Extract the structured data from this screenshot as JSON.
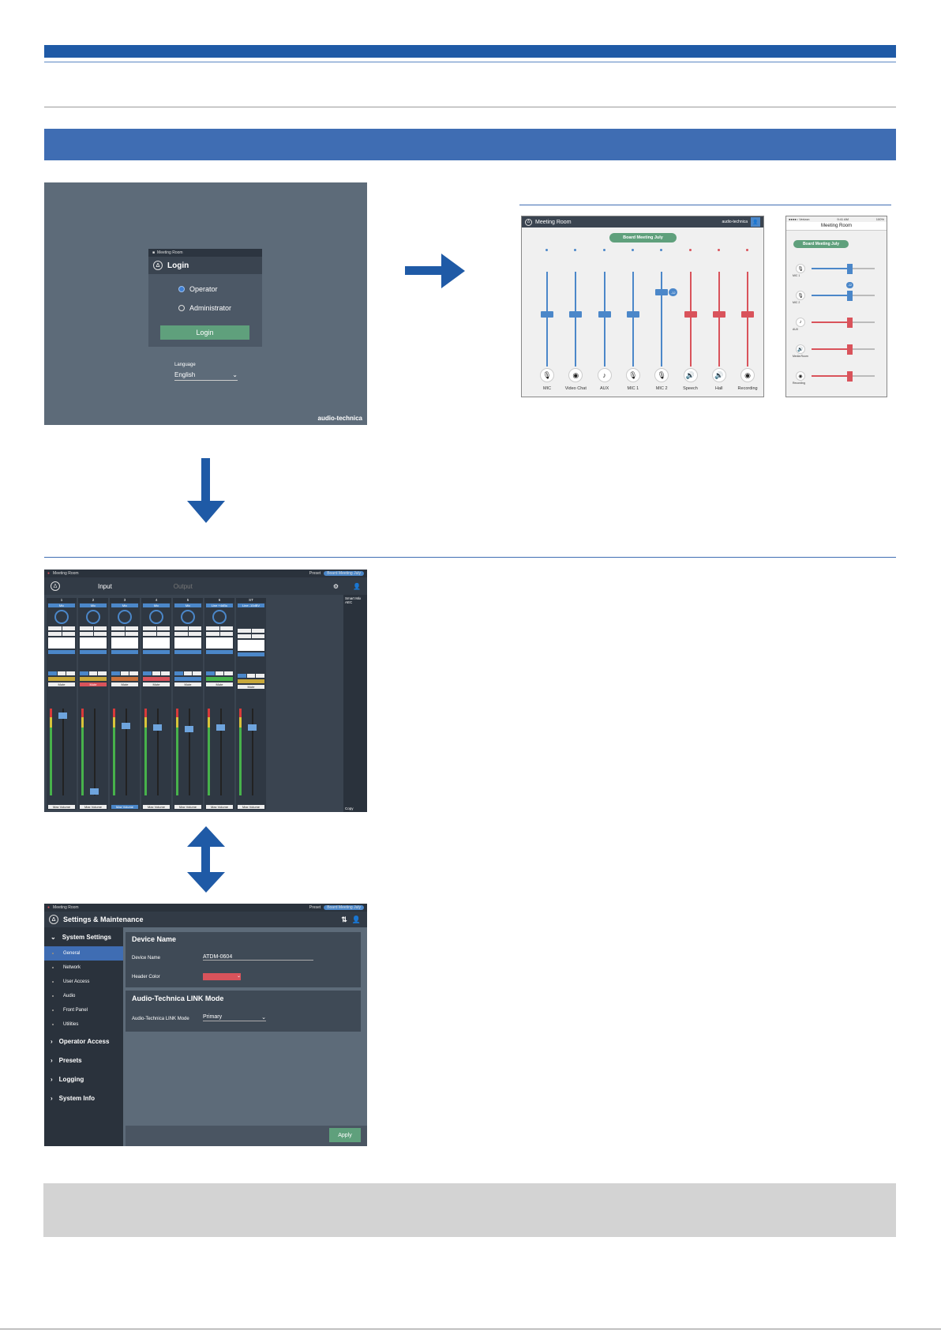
{
  "login": {
    "window_title": "Meeting Room",
    "title": "Login",
    "options": [
      "Operator",
      "Administrator"
    ],
    "button": "Login",
    "language_label": "Language",
    "language_value": "English",
    "brand": "audio-technica"
  },
  "tablet": {
    "title": "Meeting Room",
    "brand": "audio-technica",
    "preset": "Board Meeting July",
    "badge_value": "-12",
    "channels": [
      {
        "label": "MIC",
        "icon": "🎙",
        "color": "#4b87c9",
        "level": 0.55
      },
      {
        "label": "Video Chat",
        "icon": "◉",
        "color": "#4b87c9",
        "level": 0.55
      },
      {
        "label": "AUX",
        "icon": "♪",
        "color": "#4b87c9",
        "level": 0.55
      },
      {
        "label": "MIC 1",
        "icon": "🎙",
        "color": "#4b87c9",
        "level": 0.55
      },
      {
        "label": "MIC 2",
        "icon": "🎙",
        "color": "#4b87c9",
        "level": 0.78
      },
      {
        "label": "Speech",
        "icon": "🔊",
        "color": "#d9535b",
        "level": 0.55
      },
      {
        "label": "Hall",
        "icon": "🔊",
        "color": "#d9535b",
        "level": 0.55
      },
      {
        "label": "Recording",
        "icon": "◉",
        "color": "#d9535b",
        "level": 0.55
      }
    ]
  },
  "phone": {
    "status_left": "●●●●○ Verizon",
    "status_time": "9:41 AM",
    "status_right": "100%",
    "title": "Meeting Room",
    "preset": "Board Meeting July",
    "badge_value": "-12",
    "rows": [
      {
        "label": "MIC 1",
        "icon": "🎙",
        "color": "#4b87c9",
        "level": 0.6
      },
      {
        "label": "MIC 2",
        "icon": "🎙",
        "color": "#4b87c9",
        "level": 0.6
      },
      {
        "label": "AUX",
        "icon": "♪",
        "color": "#d9535b",
        "level": 0.6
      },
      {
        "label": "Media Room",
        "icon": "🔊",
        "color": "#d9535b",
        "level": 0.6
      },
      {
        "label": "Recording",
        "icon": "◉",
        "color": "#d9535b",
        "level": 0.6
      }
    ]
  },
  "mixer": {
    "window_title": "Meeting Room",
    "preset_label": "Preset",
    "preset_value": "Board Meeting July",
    "tabs": [
      "Input",
      "Output"
    ],
    "side": [
      "Smart Mix",
      "AEC",
      "Copy"
    ],
    "strip_headers": [
      "1",
      "2",
      "3",
      "4",
      "5",
      "6",
      "ST"
    ],
    "strip_types": [
      "Mic",
      "Mic",
      "Mic",
      "Mic",
      "Mic",
      "Line +4dBu",
      "Line -10dBV"
    ],
    "mute_label": "Mute",
    "max_volume_label": "Max Volume",
    "strip_colors": [
      "#c8a83a",
      "#c8a83a",
      "#c8703a",
      "#d9535b",
      "#4b87c9",
      "#47b24b",
      "#c8a83a"
    ],
    "mute_active": [
      false,
      true,
      false,
      false,
      false,
      false,
      false
    ],
    "fader_levels": [
      0.92,
      0.05,
      0.8,
      0.78,
      0.76,
      0.78,
      0.78
    ]
  },
  "settings": {
    "window_title": "Meeting Room",
    "title": "Settings & Maintenance",
    "preset_label": "Preset",
    "preset_value": "Board Meeting July",
    "system_settings": "System Settings",
    "items": [
      "General",
      "Network",
      "User Access",
      "Audio",
      "Front Panel",
      "Utilities"
    ],
    "groups": [
      "Operator Access",
      "Presets",
      "Logging",
      "System Info"
    ],
    "device_name_heading": "Device Name",
    "device_name_label": "Device Name",
    "device_name_value": "ATDM-0604",
    "header_color_label": "Header Color",
    "header_color_value": "#d9535b",
    "link_mode_heading": "Audio-Technica LINK Mode",
    "link_mode_label": "Audio-Technica LINK Mode",
    "link_mode_value": "Primary",
    "apply_label": "Apply"
  }
}
